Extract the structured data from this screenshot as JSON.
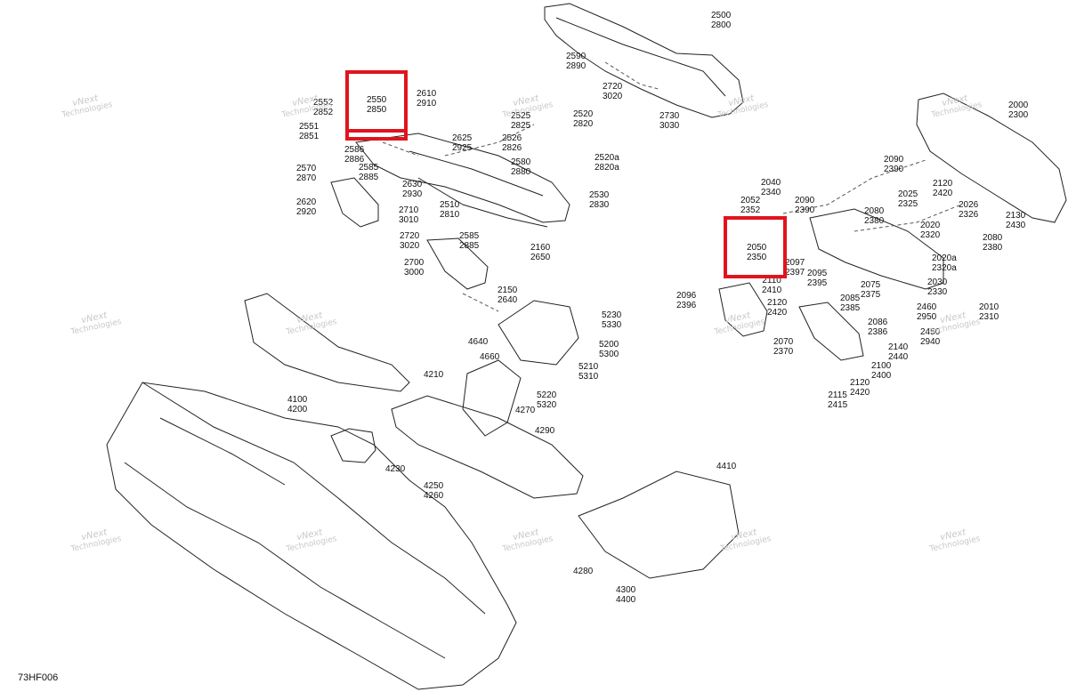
{
  "figure_code": "73HF006",
  "watermark": {
    "line1": "vNext",
    "line2": "Technologies"
  },
  "callouts": [
    [
      "2500",
      "2800"
    ],
    [
      "2590",
      "2890"
    ],
    [
      "2720",
      "3020"
    ],
    [
      "2730",
      "3030"
    ],
    [
      "2550",
      "2850"
    ],
    [
      "2552",
      "2852"
    ],
    [
      "2610",
      "2910"
    ],
    [
      "2551",
      "2851"
    ],
    [
      "2586",
      "2886"
    ],
    [
      "2585",
      "2885"
    ],
    [
      "2570",
      "2870"
    ],
    [
      "2620",
      "2920"
    ],
    [
      "2625",
      "2925"
    ],
    [
      "2630",
      "2930"
    ],
    [
      "2525",
      "2825"
    ],
    [
      "2520",
      "2820"
    ],
    [
      "2526",
      "2826"
    ],
    [
      "2520a",
      "2820a"
    ],
    [
      "2580",
      "2880"
    ],
    [
      "2530",
      "2830"
    ],
    [
      "2710",
      "3010"
    ],
    [
      "2510",
      "2810"
    ],
    [
      "2720",
      "3020"
    ],
    [
      "2585",
      "2885"
    ],
    [
      "2160",
      "2650"
    ],
    [
      "2700",
      "3000"
    ],
    [
      "2150",
      "2640"
    ],
    [
      "2000",
      "2300"
    ],
    [
      "2090",
      "2390"
    ],
    [
      "2040",
      "2340"
    ],
    [
      "2052",
      "2352"
    ],
    [
      "2120",
      "2420"
    ],
    [
      "2025",
      "2325"
    ],
    [
      "2026",
      "2326"
    ],
    [
      "2130",
      "2430"
    ],
    [
      "2090",
      "2390"
    ],
    [
      "2080",
      "2380"
    ],
    [
      "2020",
      "2320"
    ],
    [
      "2080",
      "2380"
    ],
    [
      "2050",
      "2350"
    ],
    [
      "2097",
      "2397"
    ],
    [
      "2020a",
      "2320a"
    ],
    [
      "2095",
      "2395"
    ],
    [
      "2075",
      "2375"
    ],
    [
      "2030",
      "2330"
    ],
    [
      "2110",
      "2410"
    ],
    [
      "2085",
      "2385"
    ],
    [
      "2096",
      "2396"
    ],
    [
      "2120",
      "2420"
    ],
    [
      "2460",
      "2950"
    ],
    [
      "2010",
      "2310"
    ],
    [
      "2086",
      "2386"
    ],
    [
      "2450",
      "2940"
    ],
    [
      "2070",
      "2370"
    ],
    [
      "2140",
      "2440"
    ],
    [
      "2100",
      "2400"
    ],
    [
      "2120",
      "2420"
    ],
    [
      "2115",
      "2415"
    ],
    [
      "5230",
      "5330"
    ],
    [
      "4640"
    ],
    [
      "5200",
      "5300"
    ],
    [
      "4660"
    ],
    [
      "5210",
      "5310"
    ],
    [
      "4210"
    ],
    [
      "5220",
      "5320"
    ],
    [
      "4270"
    ],
    [
      "4100",
      "4200"
    ],
    [
      "4290"
    ],
    [
      "4230"
    ],
    [
      "4250",
      "4260"
    ],
    [
      "4410"
    ],
    [
      "4280"
    ],
    [
      "4300",
      "4400"
    ]
  ]
}
